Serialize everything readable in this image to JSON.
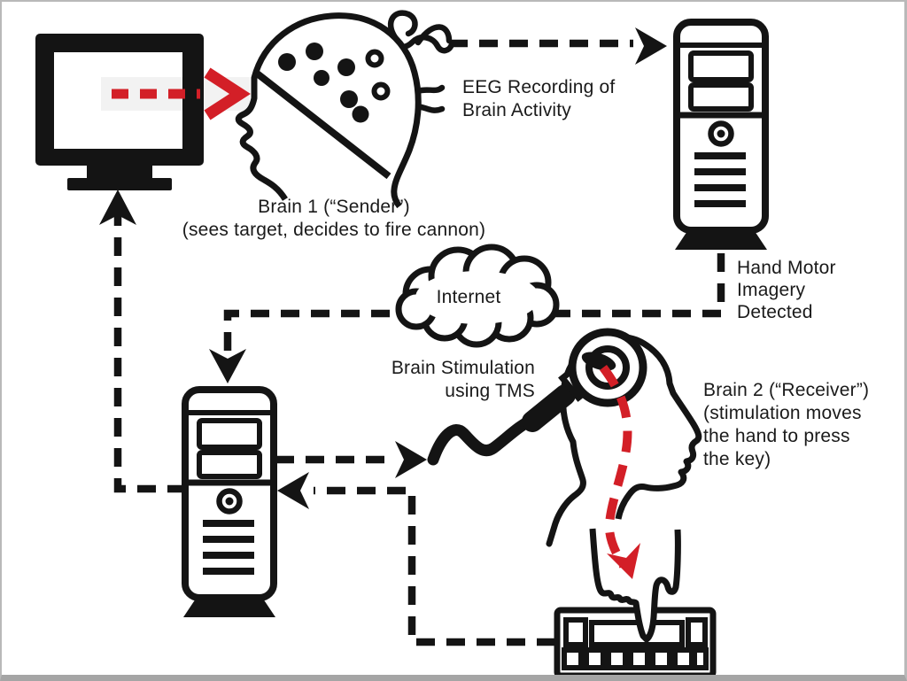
{
  "figure": {
    "type": "brain-to-brain-interface-diagram",
    "background": "#ffffff",
    "ink_color": "#141414",
    "signal_color": "#d31f27",
    "frame_color": "#b9b9b9"
  },
  "labels": {
    "eeg_recording": "EEG Recording of\nBrain Activity",
    "brain1": "Brain 1 (“Sender”)\n(sees target, decides to fire cannon)",
    "internet": "Internet",
    "hand_motor": "Hand Motor\nImagery\nDetected",
    "brain_stimulation": "Brain Stimulation\nusing TMS",
    "brain2": "Brain 2 (“Receiver”)\n(stimulation moves\nthe hand to press\nthe key)"
  },
  "nodes": [
    {
      "id": "monitor",
      "icon": "computer-monitor-icon"
    },
    {
      "id": "brain1-head",
      "icon": "head-with-eeg-cap-icon"
    },
    {
      "id": "computer1",
      "icon": "desktop-tower-icon"
    },
    {
      "id": "internet",
      "icon": "cloud-icon"
    },
    {
      "id": "computer2",
      "icon": "desktop-tower-icon"
    },
    {
      "id": "tms-coil",
      "icon": "tms-coil-icon"
    },
    {
      "id": "brain2-head",
      "icon": "head-profile-icon"
    },
    {
      "id": "hand",
      "icon": "hand-pressing-key-icon"
    },
    {
      "id": "keyboard",
      "icon": "keyboard-icon"
    }
  ],
  "connections": [
    {
      "from": "monitor",
      "to": "brain1-head",
      "style": "red-dashed-arrow"
    },
    {
      "from": "brain1-head",
      "to": "computer1",
      "style": "black-dashed-arrow",
      "label": "eeg_recording"
    },
    {
      "from": "computer1",
      "to": "computer2",
      "via": "internet",
      "style": "black-dashed-arrow",
      "label": "hand_motor"
    },
    {
      "from": "computer2",
      "to": "tms-coil",
      "style": "black-dashed-arrow",
      "label": "brain_stimulation"
    },
    {
      "from": "tms-coil",
      "to": "hand",
      "style": "red-dashed-arrow"
    },
    {
      "from": "keyboard",
      "to": "computer2",
      "style": "black-dashed-arrow"
    },
    {
      "from": "computer2",
      "to": "monitor",
      "style": "black-dashed-arrow"
    }
  ]
}
